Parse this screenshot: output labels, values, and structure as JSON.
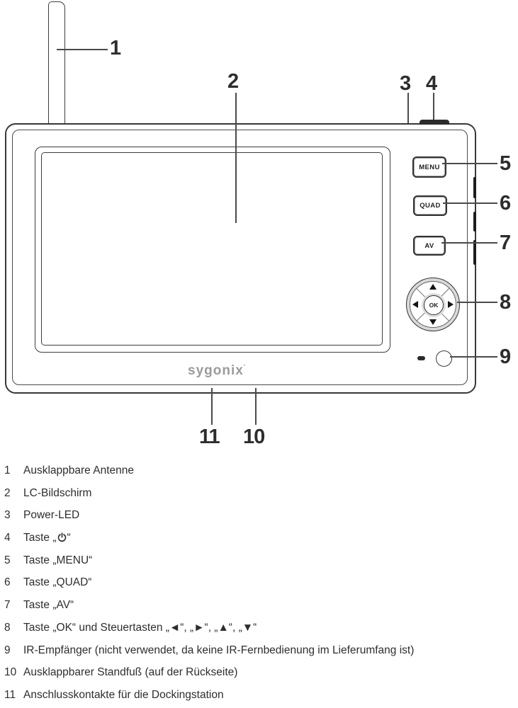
{
  "device": {
    "brand": "sygonix",
    "brand_mark": "'",
    "buttons": {
      "menu": "MENU",
      "quad": "QUAD",
      "av": "AV",
      "ok": "OK"
    }
  },
  "colors": {
    "line": "#3d3d3d",
    "logo_gray": "#9b9b9b"
  },
  "callouts": {
    "n1": "1",
    "n2": "2",
    "n3": "3",
    "n4": "4",
    "n5": "5",
    "n6": "6",
    "n7": "7",
    "n8": "8",
    "n9": "9",
    "n10": "10",
    "n11": "11"
  },
  "legend": {
    "items": [
      {
        "num": "1",
        "text": "Ausklappbare Antenne"
      },
      {
        "num": "2",
        "text": "LC-Bildschirm"
      },
      {
        "num": "3",
        "text": "Power-LED"
      },
      {
        "num": "4",
        "pre": "Taste „",
        "post": "“"
      },
      {
        "num": "5",
        "text": "Taste „MENU“"
      },
      {
        "num": "6",
        "text": "Taste „QUAD“"
      },
      {
        "num": "7",
        "text": "Taste „AV“"
      },
      {
        "num": "8",
        "text": "Taste „OK“ und Steuertasten ",
        "arrows": "„◄“, „►“, „▲“, „▼“"
      },
      {
        "num": "9",
        "text": "IR-Empfänger (nicht verwendet, da keine IR-Fernbedienung im Lieferumfang ist)"
      },
      {
        "num": "10",
        "text": "Ausklappbarer Standfuß (auf der Rückseite)"
      },
      {
        "num": "11",
        "text": "Anschlusskontakte für die Dockingstation"
      }
    ]
  }
}
